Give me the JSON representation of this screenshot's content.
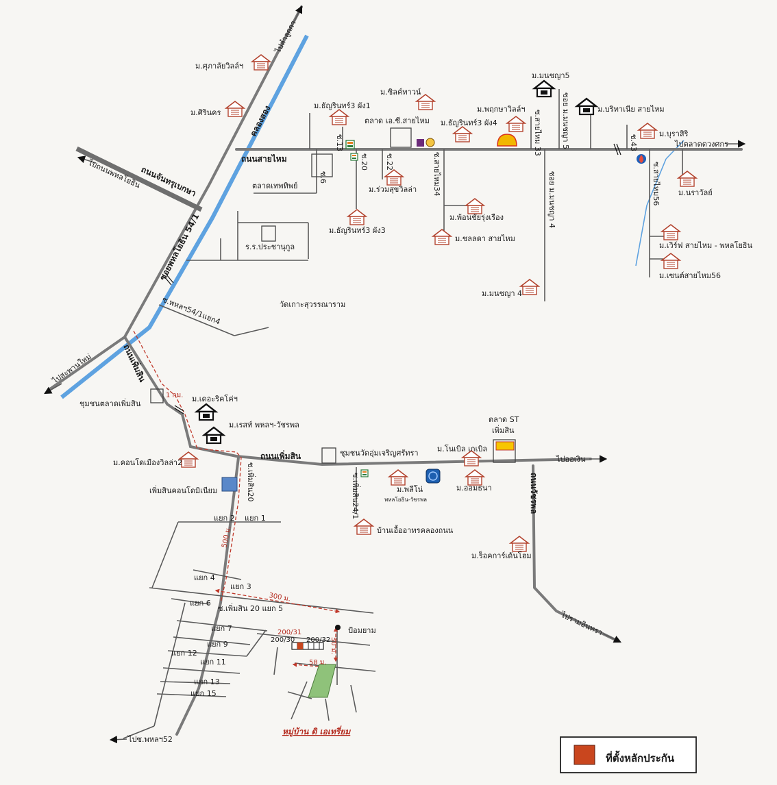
{
  "roads": {
    "sai_mai": "ถนนสายไหม",
    "phaholyothin54": "ซอยพหลโยธิน 54/1",
    "chanthrupeka": "ถนนจันทรุเบกษา",
    "phermsin": "ถนนเพิ่มสิน",
    "phermsin_main": "ถนนเพิ่มสิน",
    "watcharapol": "ถนนวัชรพล",
    "to_lamlukka": "ไปลำลูกกา",
    "to_phahon": "ไปถนนพหลโยธิน",
    "to_saphan_mai": "ไปสะพานใหม่",
    "to_talad_duangkhon": "ไปตลาดดวงศกร",
    "to_ao_ngoen": "ไปออเงิน",
    "to_ram_inthra": "ไปรามอินทรา",
    "to_phahon52": "ไปซ.พหลฯ52",
    "khlong": "คลองสอง",
    "soi13": "ซ.13",
    "soi20": "ซ.20",
    "soi22": "ซ.22",
    "soi6": "ซ.6",
    "soi_sai_mai34": "ซ.สายไหม34",
    "soi_sai_mai33": "ซ.สายไหม 33",
    "soi_monchaya5": "ซอย ม.มนชญา 5",
    "soi_monchaya4": "ซอย ม.มนชญา 4",
    "soi43": "ซ.43",
    "soi_sai_mai56": "ซ.สายไหม56",
    "soi_phahon54_1_yaek4": "ซ.พหลฯ54/1แยก4",
    "soi_phermsin20": "ซ.เพิ่มสิน20",
    "soi_phermsin24_1": "ซ.เพิ่มสิน24/1",
    "yaek1": "แยก 1",
    "yaek2": "แยก 2",
    "yaek3": "แยก 3",
    "yaek4": "แยก 4",
    "yaek5": "ซ.เพิ่มสิน 20 แยก 5",
    "yaek6": "แยก 6",
    "yaek7": "แยก 7",
    "yaek9": "แยก 9",
    "yaek11": "แยก 11",
    "yaek12": "แยก 12",
    "yaek13": "แยก 13",
    "yaek15": "แยก 15"
  },
  "places": {
    "supalai": "ม.ศุภาลัยวิลล์ฯ",
    "sirinakorn": "ม.ศิรินคร",
    "thanyarin3_1": "ม.ธัญรินทร์3 ผัง1",
    "silk_town": "ม.ซิลค์ทาวน์",
    "talad_ec": "ตลาด เอ.ซี.สายไหม",
    "thanyarin3_4": "ม.ธัญรินทร์3 ผัง4",
    "pruksa": "ม.พฤกษาวิลล์ฯ",
    "monchaya5": "ม.มนชญา5",
    "britania": "ม.บริทาเนีย สายไหม",
    "burasiri": "ม.บุราสิริ",
    "talad_thepthip": "ตลาดเทพทิพย์",
    "ruamsuk": "ม.ร่วมสุขวิลล่า",
    "thanyarin3_3": "ม.ธัญรินทร์3 ผัง3",
    "phonchai": "ม.พ้อนชัยรุ่งเรือง",
    "chonlada": "ม.ชลลดา สายไหม",
    "narawan": "ม.นราวัลย์",
    "verve": "ม.เวิร์ฟ สายไหม - พหลโยธิน",
    "centro": "ม.เซนต์สายไหม56",
    "monchaya4": "ม.มนชญา 4",
    "school": "ร.ร.ประชานุกูล",
    "wat": "วัดเกาะสุวรรณาราม",
    "community_talad": "ชุมชนตลาดเพิ่มสิน",
    "the_rich": "ม.เดอะริคโค่ฯ",
    "ressort": "ม.เรสท์ พหลฯ-วัชรพล",
    "condo_muang": "ม.คอนโดเมืองวิลล่า2",
    "phermsin_condo": "เพิ่มสินคอนโดมิเนียม",
    "community_wat": "ชุมชนวัดอุ่มเจริญศรัทรา",
    "noble": "ม.โนเบิล เกเบิล",
    "talad_st": "ตลาด ST",
    "talad_st2": "เพิ่มสิน",
    "pleno": "ม.พลีโน่",
    "pleno2": "พหลโยธิน-วัชรพล",
    "ormsina": "ม.ออมธนา",
    "food_house": "บ้านเอื้ออาทรคลองถนน",
    "rock_garden": "ม.ร็อคการ์เด้นโฮม",
    "post": "ป้อมยาม",
    "project": "หมู่บ้าน ดิ เอเทรี่ยม"
  },
  "parcels": {
    "p1": "200/31",
    "p2": "200/30",
    "p3": "200/32"
  },
  "distances": {
    "d1km": "1 กม.",
    "d500": "500 ม.",
    "d300": "300 ม.",
    "d50": "50 ม.",
    "d58": "58 ม."
  },
  "legend": {
    "label": "ที่ตั้งหลักประกัน",
    "swatch_color": "#c9461e"
  },
  "colors": {
    "canal": "#5ea2e0",
    "route": "#c0392b",
    "shell": "#f2b600",
    "site": "#8fc27a"
  }
}
